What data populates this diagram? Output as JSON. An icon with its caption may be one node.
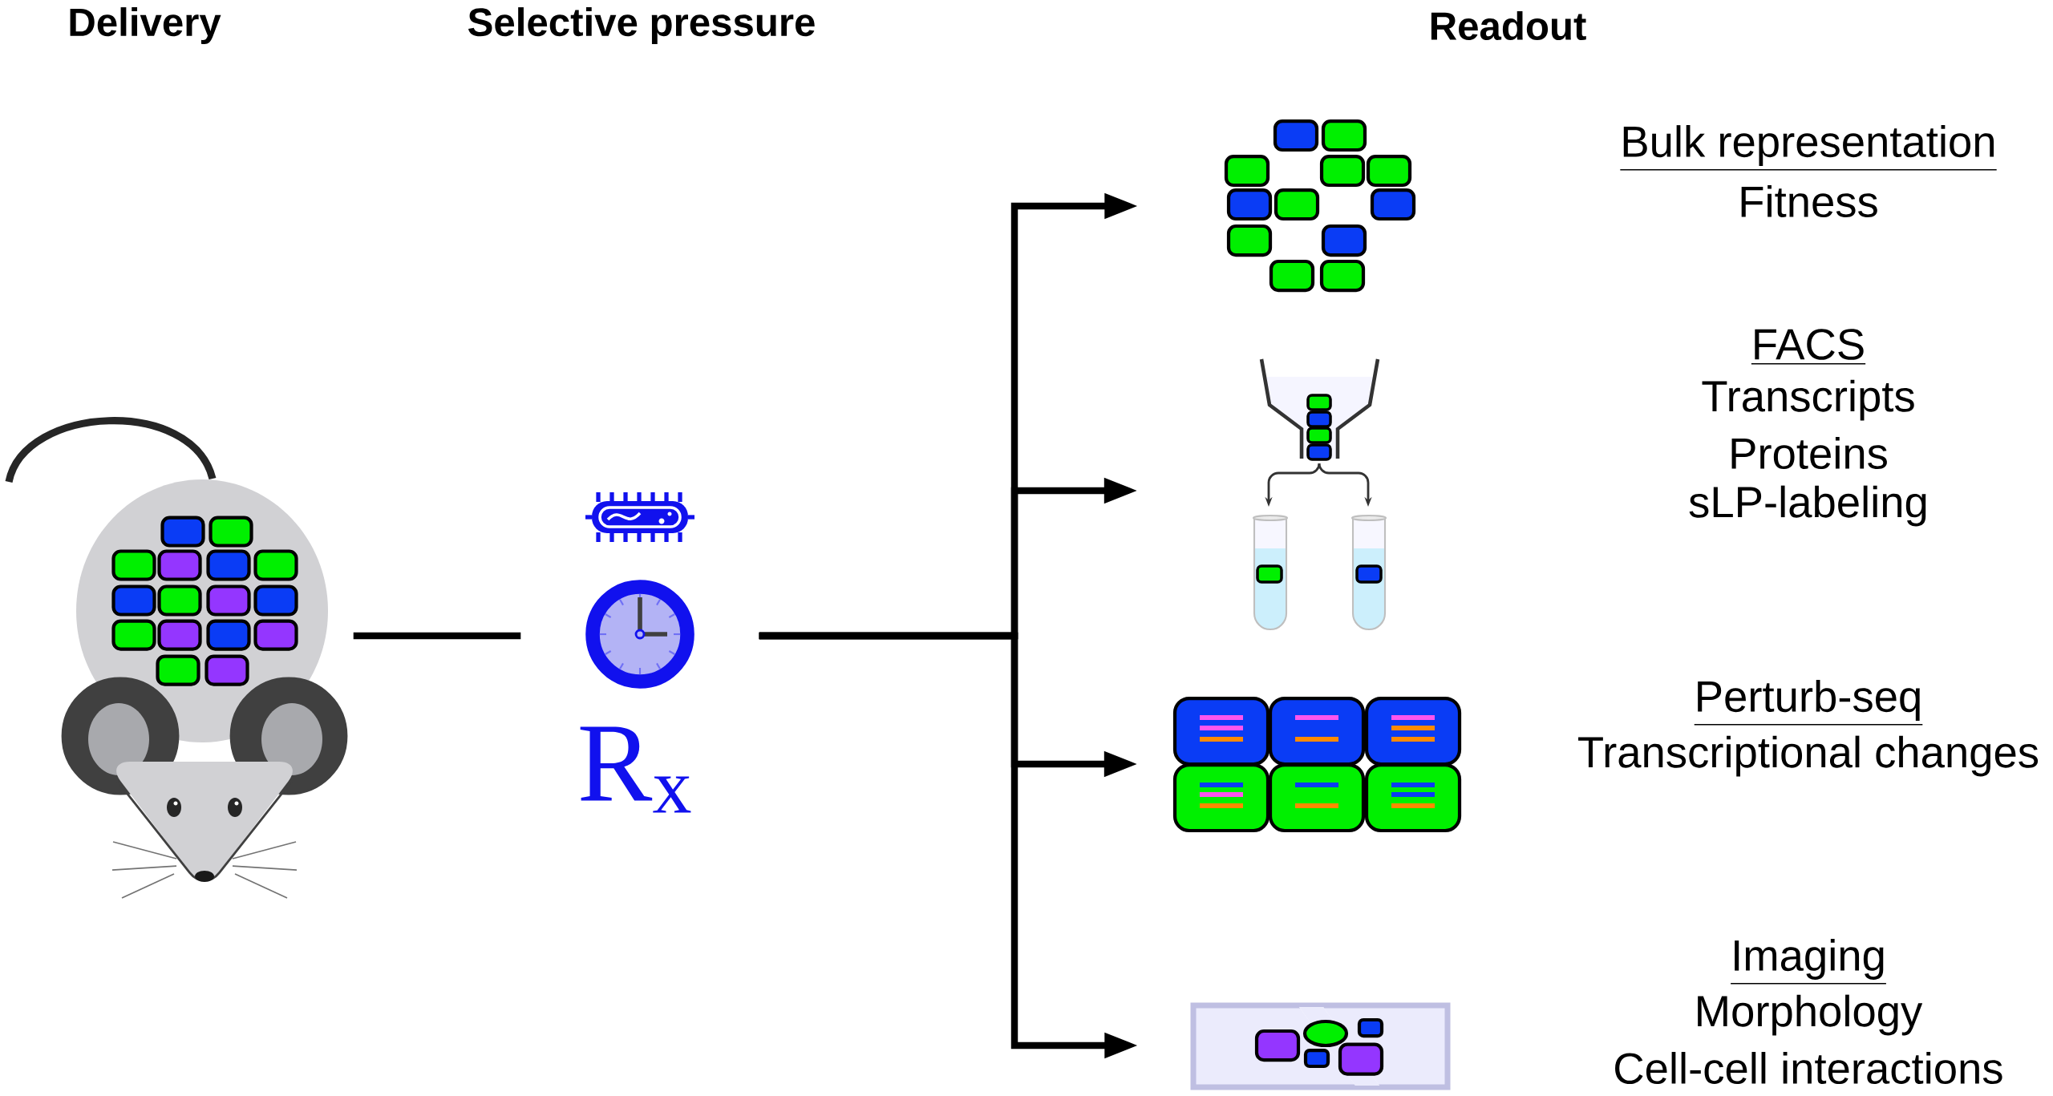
{
  "diagram": {
    "nodes": [
      {
        "text": [],
        "shape": "picture"
      },
      {
        "text": [],
        "shape": "picture"
      },
      {
        "text": [],
        "shape": "picture",
        "beside": [
          "Bulk representation",
          "Fitness"
        ]
      },
      {
        "text": [],
        "shape": "picture",
        "beside": [
          "FACS",
          "Transcripts",
          "Proteins",
          "sLP-labeling"
        ]
      },
      {
        "text": [],
        "shape": "picture",
        "beside": [
          "Perturb-seq",
          "Transcriptional changes"
        ]
      },
      {
        "text": [],
        "shape": "picture",
        "beside": [
          "Imaging",
          "Morphology",
          "Cell-cell interactions"
        ]
      }
    ],
    "edges": [
      {
        "from": 0,
        "to": 1,
        "arrow": "none"
      },
      {
        "from": 1,
        "to": 2,
        "arrow": "to"
      },
      {
        "from": 1,
        "to": 3,
        "arrow": "to"
      },
      {
        "from": 1,
        "to": 4,
        "arrow": "to"
      },
      {
        "from": 1,
        "to": 5,
        "arrow": "to"
      }
    ],
    "labels": [
      "Delivery",
      "Selective pressure",
      "Readout",
      "R$_{x}$"
    ]
  }
}
